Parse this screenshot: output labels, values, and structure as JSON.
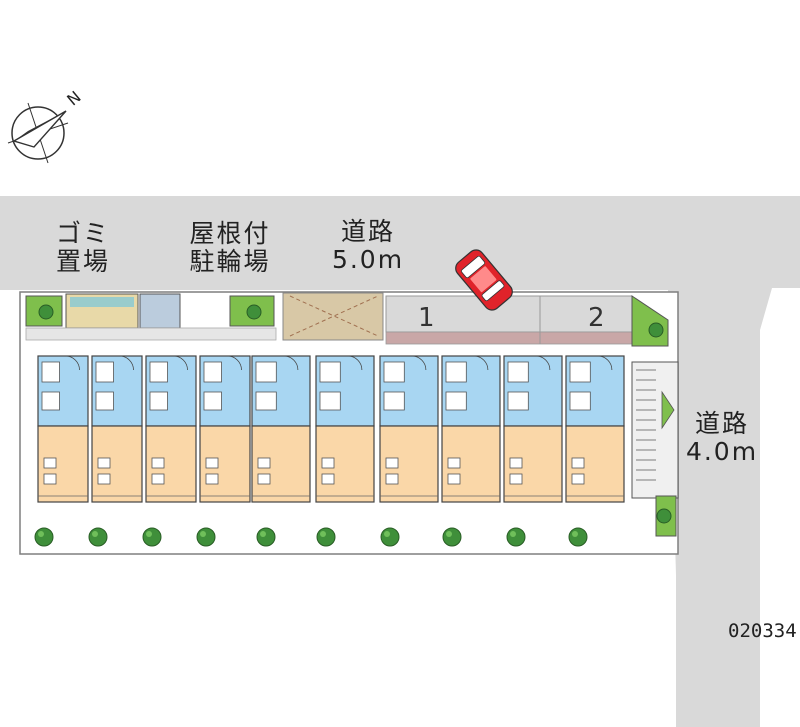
{
  "labels": {
    "garbage_line1": "ゴミ",
    "garbage_line2": "置場",
    "bike_line1": "屋根付",
    "bike_line2": "駐輪場",
    "road_top_line1": "道路",
    "road_top_line2": "5.0m",
    "road_right_line1": "道路",
    "road_right_line2": "4.0m",
    "compass_letter": "N"
  },
  "parking": [
    "1",
    "2"
  ],
  "property_code": "020334",
  "colors": {
    "road": "#d9d9d9",
    "site": "#ffffff",
    "site_outline": "#7f7f7f",
    "room_floor": "#fad7a8",
    "wet_area": "#a8d6f2",
    "unit_outline": "#444444",
    "bike_shelter": "#d8c8a6",
    "parking_lot": "#d9d9d9",
    "parking_edge": "#c9a7a7",
    "car": "#e0232a",
    "greenery": "#3f8f3a",
    "gray_band": "#808080",
    "hedge_fill": "#7fbf4c"
  },
  "icons": [
    "compass-icon",
    "car-icon",
    "tree-icon",
    "stairs-icon"
  ],
  "units": {
    "upper_row_count": 4,
    "lower_row_count": 6
  }
}
